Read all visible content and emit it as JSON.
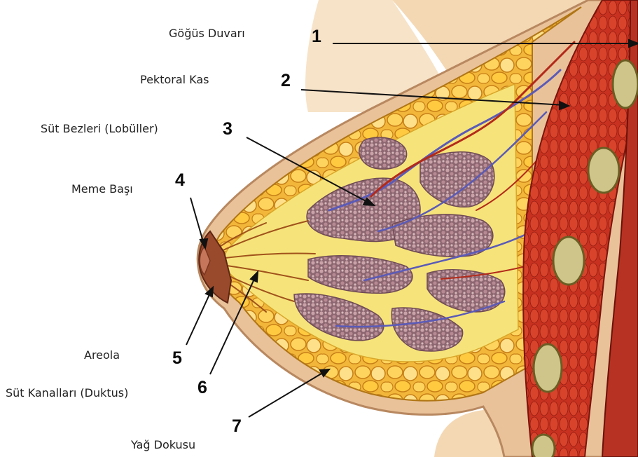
{
  "labels": {
    "chest_wall": "Göğüs Duvarı",
    "pectoral_muscle": "Pektoral Kas",
    "lobules": "Süt Bezleri (Lobüller)",
    "nipple": "Meme Başı",
    "areola": "Areola",
    "ducts": "Süt Kanalları (Duktus)",
    "fat": "Yağ Dokusu"
  },
  "numbers": {
    "n1": "1",
    "n2": "2",
    "n3": "3",
    "n4": "4",
    "n5": "5",
    "n6": "6",
    "n7": "7"
  },
  "colors": {
    "skin": "#f4d8b4",
    "fat": "#f2b73a",
    "fat_light": "#ffe08a",
    "muscle": "#c8311f",
    "lobule": "#8a6a72",
    "vein": "#5a5ab8",
    "artery": "#b32a1a"
  }
}
